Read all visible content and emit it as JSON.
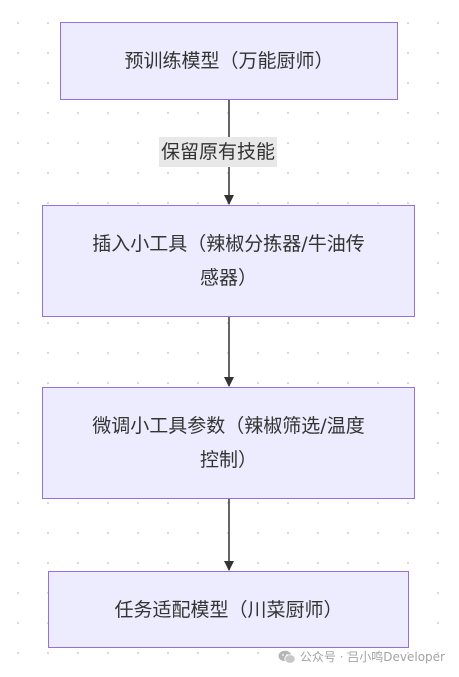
{
  "nodes": {
    "pretrained": "预训练模型（万能厨师）",
    "insert_tools": "插入小工具（辣椒分拣器/牛油传感器）",
    "finetune_tools": "微调小工具参数（辣椒筛选/温度控制）",
    "task_model": "任务适配模型（川菜厨师）"
  },
  "edges": {
    "keep_label": "保留原有技能"
  },
  "watermark": {
    "text": "公众号 · 吕小鸣Developer",
    "icon": "wechat-icon"
  },
  "colors": {
    "node_fill": "#ececfe",
    "node_border": "#9370db",
    "edge": "#333333",
    "label_bg": "#e8e8e8"
  }
}
